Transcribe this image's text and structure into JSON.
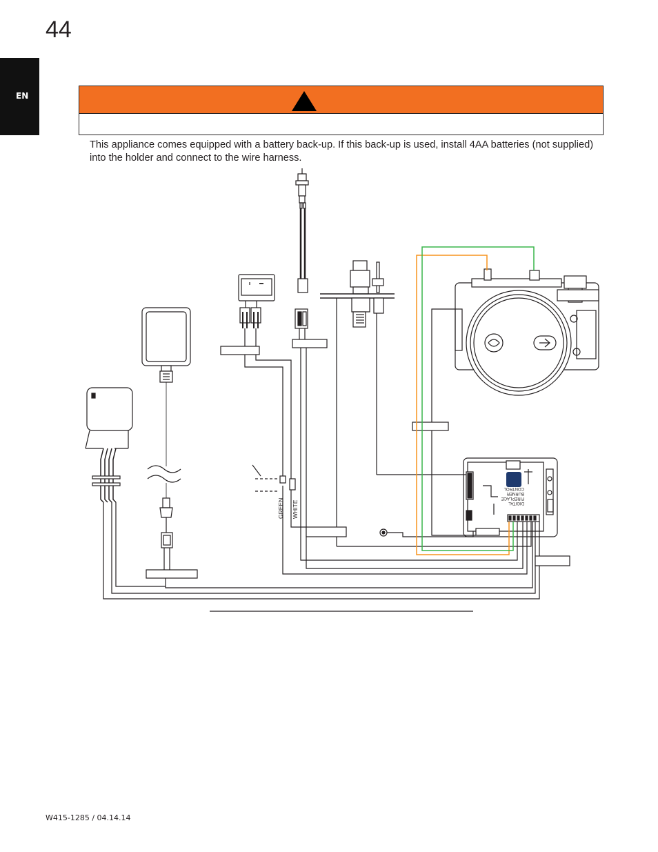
{
  "page": {
    "number": "44",
    "language_tab": "EN",
    "footer_code": "W415-1285 / 04.14.14"
  },
  "warning": {
    "icon": "warning-triangle-icon",
    "band_color": "#f26f21"
  },
  "intro_text": "This appliance comes equipped with a battery back-up. If this back-up is used, install 4AA batteries (not supplied) into the holder and connect to the wire harness.",
  "diagram": {
    "wire_labels": {
      "green": "GREEN",
      "white": "WHITE"
    },
    "module_label": {
      "line1": "DIGITAL",
      "line2": "FIREPLACE",
      "line3": "BURNER",
      "line4": "CONTROL"
    },
    "wire_colors": {
      "orange": "#f7941d",
      "green": "#39b54a",
      "black": "#231f20"
    }
  }
}
